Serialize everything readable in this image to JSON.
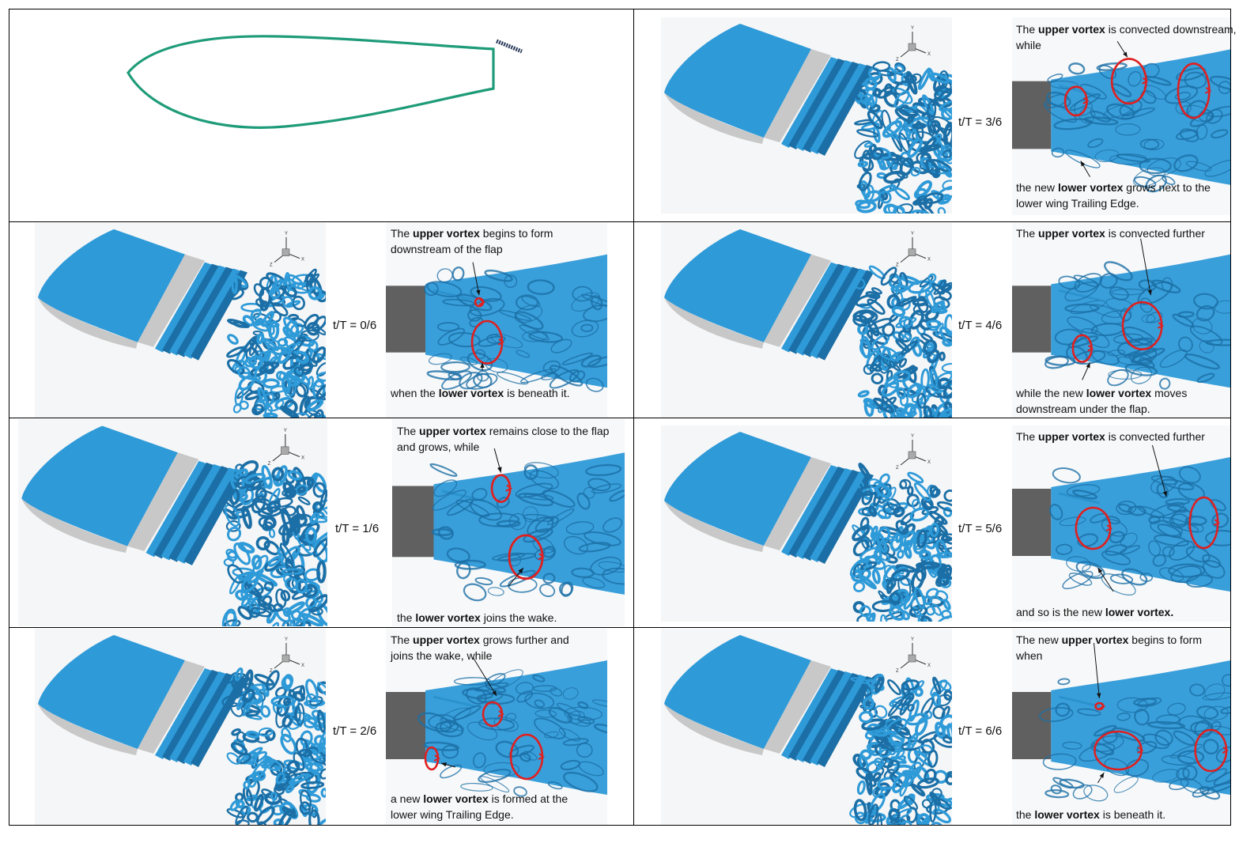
{
  "colors": {
    "flow": "#2e9ad8",
    "flow_dark": "#1b6fa6",
    "wing_gray": "#c8c8c8",
    "flap_gray": "#606060",
    "vortex_marker": "#e01f1f",
    "airfoil_outline": "#1e9b78"
  },
  "axis_triad": {
    "y": "Y",
    "x": "X",
    "z": "Z"
  },
  "panels": [
    {
      "id": "3-6",
      "time_label": "t/T = 3/6",
      "caption_top": {
        "lead": "The ",
        "bold": "upper vortex",
        "tail": " is convected downstream, while"
      },
      "caption_bottom": {
        "lead": "the new ",
        "bold": "lower vortex",
        "tail": " grows next to the lower wing Trailing Edge."
      }
    },
    {
      "id": "0-6",
      "time_label": "t/T = 0/6",
      "caption_top": {
        "lead": "The ",
        "bold": "upper vortex",
        "tail": " begins to form downstream of the flap"
      },
      "caption_bottom": {
        "lead": "when the ",
        "bold": "lower vortex",
        "tail": " is beneath it."
      }
    },
    {
      "id": "4-6",
      "time_label": "t/T = 4/6",
      "caption_top": {
        "lead": "The ",
        "bold": "upper vortex",
        "tail": " is convected further"
      },
      "caption_bottom": {
        "lead": "while the new ",
        "bold": "lower vortex",
        "tail": " moves downstream under the flap."
      }
    },
    {
      "id": "1-6",
      "time_label": "t/T = 1/6",
      "caption_top": {
        "lead": "The ",
        "bold": "upper vortex",
        "tail": " remains close to the flap and grows, while"
      },
      "caption_bottom": {
        "lead": "the ",
        "bold": "lower vortex",
        "tail": " joins the wake."
      }
    },
    {
      "id": "5-6",
      "time_label": "t/T = 5/6",
      "caption_top": {
        "lead": "The ",
        "bold": "upper vortex",
        "tail": " is convected further"
      },
      "caption_bottom": {
        "lead": "and so is the new ",
        "bold": "lower vortex.",
        "tail": ""
      }
    },
    {
      "id": "2-6",
      "time_label": "t/T = 2/6",
      "caption_top": {
        "lead": "The ",
        "bold": "upper vortex",
        "tail": " grows further and joins the wake, while"
      },
      "caption_bottom": {
        "lead": "a new ",
        "bold": "lower vortex",
        "tail": " is formed at the lower wing Trailing Edge."
      }
    },
    {
      "id": "6-6",
      "time_label": "t/T = 6/6",
      "caption_top": {
        "lead": "The new ",
        "bold": "upper vortex",
        "tail": " begins to form when"
      },
      "caption_bottom": {
        "lead": "the ",
        "bold": "lower vortex",
        "tail": " is beneath it."
      }
    }
  ]
}
